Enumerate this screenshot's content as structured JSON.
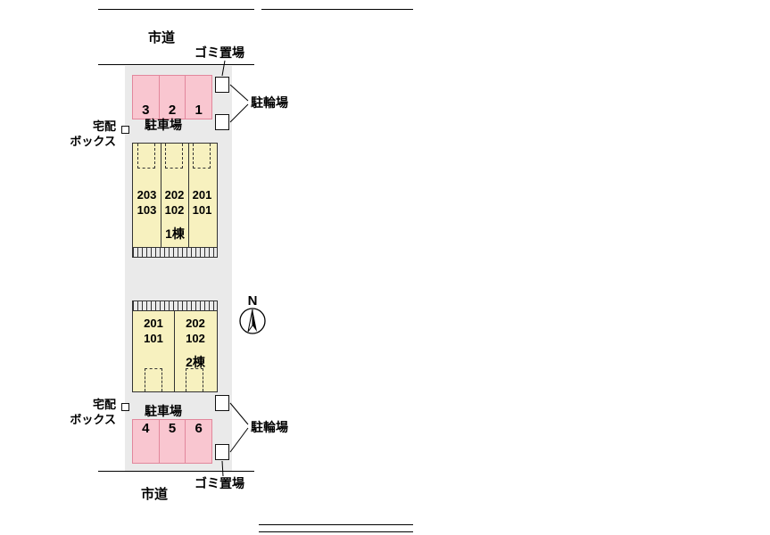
{
  "colors": {
    "plot": "#eaeaea",
    "building": "#f7f1bf",
    "parking-fill": "#f9c6d0",
    "parking-border": "#e2879c",
    "line": "#000000"
  },
  "labels": {
    "road_top": "市道",
    "road_bottom": "市道",
    "garbage_top": "ゴミ置場",
    "garbage_bottom": "ゴミ置場",
    "bicycle_top": "駐輪場",
    "bicycle_bottom": "駐輪場",
    "parking_top": "駐車場",
    "parking_bottom": "駐車場",
    "delivery_top": "宅配\nボックス",
    "delivery_bottom": "宅配\nボックス",
    "compass_n": "N"
  },
  "parking_top": {
    "spaces": [
      "3",
      "2",
      "1"
    ]
  },
  "parking_bottom": {
    "spaces": [
      "4",
      "5",
      "6"
    ]
  },
  "building1": {
    "name": "1棟",
    "units": [
      "203\n103",
      "202\n102",
      "201\n101"
    ]
  },
  "building2": {
    "name": "2棟",
    "units": [
      "201\n101",
      "202\n102"
    ]
  }
}
